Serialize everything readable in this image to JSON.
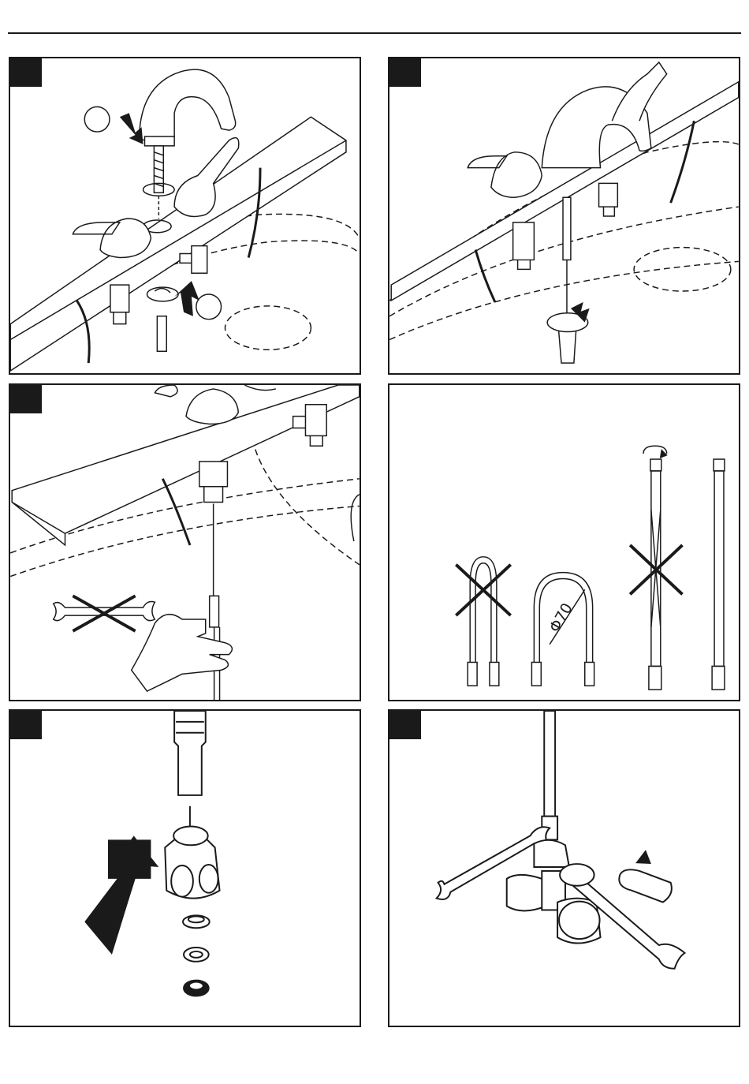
{
  "document": {
    "type": "installation instruction sheet",
    "steps": [
      {
        "id": 1,
        "tab": "",
        "callouts": [
          "",
          ""
        ]
      },
      {
        "id": 2,
        "tab": ""
      },
      {
        "id": 3,
        "tab": ""
      },
      {
        "id": 4,
        "tab": "",
        "dimension_label": "Φ70"
      },
      {
        "id": 5,
        "tab": ""
      },
      {
        "id": 6,
        "tab": ""
      }
    ]
  },
  "icons": [
    "spout-icon",
    "handle-icon",
    "valve-icon",
    "screwdriver-icon",
    "wrench-icon",
    "hand-icon",
    "hose-icon",
    "rotate-arrow-icon",
    "up-arrow-icon",
    "down-arrow-icon",
    "cross-mark-icon"
  ],
  "colors": {
    "ink": "#1a1a1a",
    "paper": "#ffffff",
    "fill_light": "#f4f4f4"
  }
}
